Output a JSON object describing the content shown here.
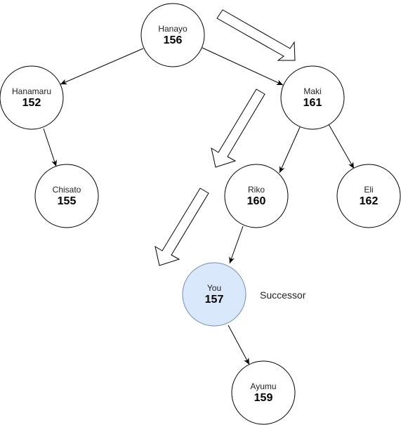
{
  "colors": {
    "node_fill": "#ffffff",
    "node_stroke": "#000000",
    "highlight_fill": "#dae8fc",
    "highlight_stroke": "#6c8ebf"
  },
  "nodes": {
    "hanayo": {
      "name": "Hanayo",
      "value": "156"
    },
    "hanamaru": {
      "name": "Hanamaru",
      "value": "152"
    },
    "chisato": {
      "name": "Chisato",
      "value": "155"
    },
    "maki": {
      "name": "Maki",
      "value": "161"
    },
    "riko": {
      "name": "Riko",
      "value": "160"
    },
    "eli": {
      "name": "Eli",
      "value": "162"
    },
    "you": {
      "name": "You",
      "value": "157",
      "highlighted": true
    },
    "ayumu": {
      "name": "Ayumu",
      "value": "159"
    }
  },
  "annotations": {
    "successor_label": "Successor"
  },
  "traversal_arrows": [
    "hanayo-to-maki",
    "maki-to-riko",
    "riko-to-you"
  ]
}
